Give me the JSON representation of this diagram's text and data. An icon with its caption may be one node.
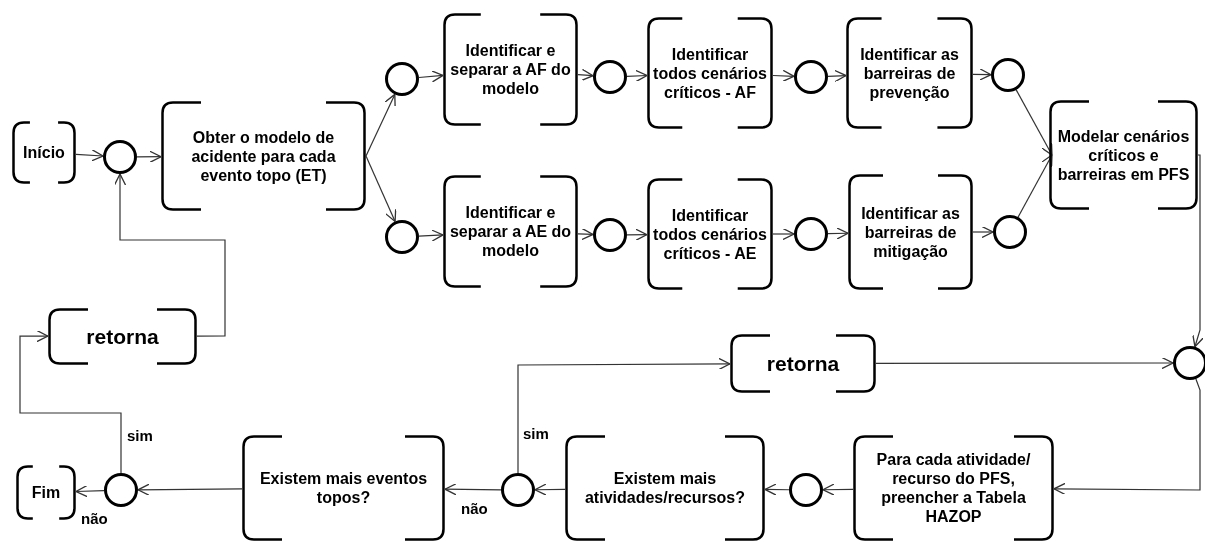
{
  "diagram": {
    "nodes": [
      {
        "text": [
          "Início"
        ]
      },
      {
        "text": [],
        "shape": "circle"
      },
      {
        "text": [
          "Obter o modelo de acidente para cada evento topo (ET)"
        ]
      },
      {
        "text": [],
        "shape": "circle"
      },
      {
        "text": [
          "Identificar e separar a AF do modelo"
        ]
      },
      {
        "text": [],
        "shape": "circle"
      },
      {
        "text": [
          "Identificar todos cenários críticos - AF"
        ]
      },
      {
        "text": [],
        "shape": "circle"
      },
      {
        "text": [
          "Identificar as barreiras de prevenção"
        ]
      },
      {
        "text": [],
        "shape": "circle"
      },
      {
        "text": [],
        "shape": "circle"
      },
      {
        "text": [
          "Identificar e separar a AE do modelo"
        ]
      },
      {
        "text": [],
        "shape": "circle"
      },
      {
        "text": [
          "Identificar todos cenários críticos - AE"
        ]
      },
      {
        "text": [],
        "shape": "circle"
      },
      {
        "text": [
          "Identificar as barreiras de mitigação"
        ]
      },
      {
        "text": [],
        "shape": "circle"
      },
      {
        "text": [
          "Modelar cenários críticos e barreiras em PFS"
        ]
      },
      {
        "text": [],
        "shape": "circle"
      },
      {
        "text": [
          "retorna"
        ]
      },
      {
        "text": [
          "Para cada atividade/ recurso do PFS, preencher a Tabela HAZOP"
        ]
      },
      {
        "text": [],
        "shape": "circle"
      },
      {
        "text": [
          "Existem mais atividades/recursos?"
        ]
      },
      {
        "text": [],
        "shape": "circle"
      },
      {
        "text": [
          "Existem mais eventos topos?"
        ]
      },
      {
        "text": [],
        "shape": "circle"
      },
      {
        "text": [
          "Fim"
        ]
      },
      {
        "text": [
          "retorna"
        ]
      }
    ],
    "edges": [
      {
        "from": 0,
        "to": 1,
        "arrow": "to"
      },
      {
        "from": 1,
        "to": 2,
        "arrow": "to"
      },
      {
        "from": 2,
        "to": 3,
        "arrow": "to"
      },
      {
        "from": 2,
        "to": 10,
        "arrow": "to"
      },
      {
        "from": 3,
        "to": 4,
        "arrow": "to"
      },
      {
        "from": 4,
        "to": 5,
        "arrow": "to"
      },
      {
        "from": 5,
        "to": 6,
        "arrow": "to"
      },
      {
        "from": 6,
        "to": 7,
        "arrow": "to"
      },
      {
        "from": 7,
        "to": 8,
        "arrow": "to"
      },
      {
        "from": 8,
        "to": 9,
        "arrow": "to"
      },
      {
        "from": 10,
        "to": 11,
        "arrow": "to"
      },
      {
        "from": 11,
        "to": 12,
        "arrow": "to"
      },
      {
        "from": 12,
        "to": 13,
        "arrow": "to"
      },
      {
        "from": 13,
        "to": 14,
        "arrow": "to"
      },
      {
        "from": 14,
        "to": 15,
        "arrow": "to"
      },
      {
        "from": 15,
        "to": 16,
        "arrow": "to"
      },
      {
        "from": 9,
        "to": 17,
        "arrow": "to"
      },
      {
        "from": 16,
        "to": 17,
        "arrow": "to"
      },
      {
        "from": 17,
        "to": 18,
        "arrow": "to"
      },
      {
        "from": 19,
        "to": 18,
        "arrow": "to"
      },
      {
        "from": 18,
        "to": 20,
        "arrow": "to"
      },
      {
        "from": 20,
        "to": 21,
        "arrow": "to"
      },
      {
        "from": 21,
        "to": 22,
        "arrow": "to"
      },
      {
        "from": 22,
        "to": 23,
        "arrow": "to"
      },
      {
        "from": 23,
        "to": 24,
        "label": "não",
        "arrow": "to"
      },
      {
        "from": 23,
        "to": 19,
        "label": "sim",
        "arrow": "to"
      },
      {
        "from": 24,
        "to": 25,
        "arrow": "to"
      },
      {
        "from": 25,
        "to": 26,
        "label": "não",
        "arrow": "to"
      },
      {
        "from": 25,
        "to": 27,
        "label": "sim",
        "arrow": "to"
      },
      {
        "from": 27,
        "to": 1,
        "arrow": "to"
      }
    ]
  }
}
